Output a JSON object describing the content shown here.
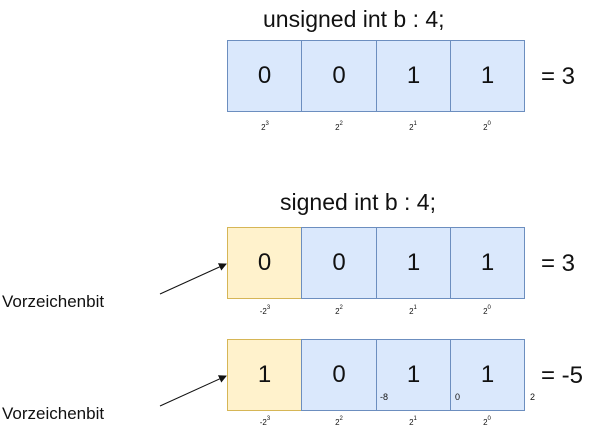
{
  "unsigned": {
    "title": "unsigned int b : 4;",
    "bits": [
      "0",
      "0",
      "1",
      "1"
    ],
    "weights": [
      {
        "base": "2",
        "exp": "3"
      },
      {
        "base": "2",
        "exp": "2"
      },
      {
        "base": "2",
        "exp": "1"
      },
      {
        "base": "2",
        "exp": "0"
      }
    ],
    "result": "= 3"
  },
  "signed": {
    "title": "signed int b : 4;",
    "row1": {
      "bits": [
        "0",
        "0",
        "1",
        "1"
      ],
      "weights": [
        {
          "base": "-2",
          "exp": "3"
        },
        {
          "base": "2",
          "exp": "2"
        },
        {
          "base": "2",
          "exp": "1"
        },
        {
          "base": "2",
          "exp": "0"
        }
      ],
      "result": "= 3",
      "label": "Vorzeichenbit"
    },
    "row2": {
      "bits": [
        "1",
        "0",
        "1",
        "1"
      ],
      "weights": [
        {
          "base": "-2",
          "exp": "3"
        },
        {
          "base": "2",
          "exp": "2"
        },
        {
          "base": "2",
          "exp": "1"
        },
        {
          "base": "2",
          "exp": "0"
        }
      ],
      "result": "= -5",
      "label": "Vorzeichenbit",
      "annotations": {
        "a": "-8",
        "b": "0",
        "c": "2"
      }
    }
  },
  "colors": {
    "bit_fill": "#dae8fc",
    "bit_stroke": "#6c8ebf",
    "sign_fill": "#fff2cc",
    "sign_stroke": "#d6b656"
  }
}
